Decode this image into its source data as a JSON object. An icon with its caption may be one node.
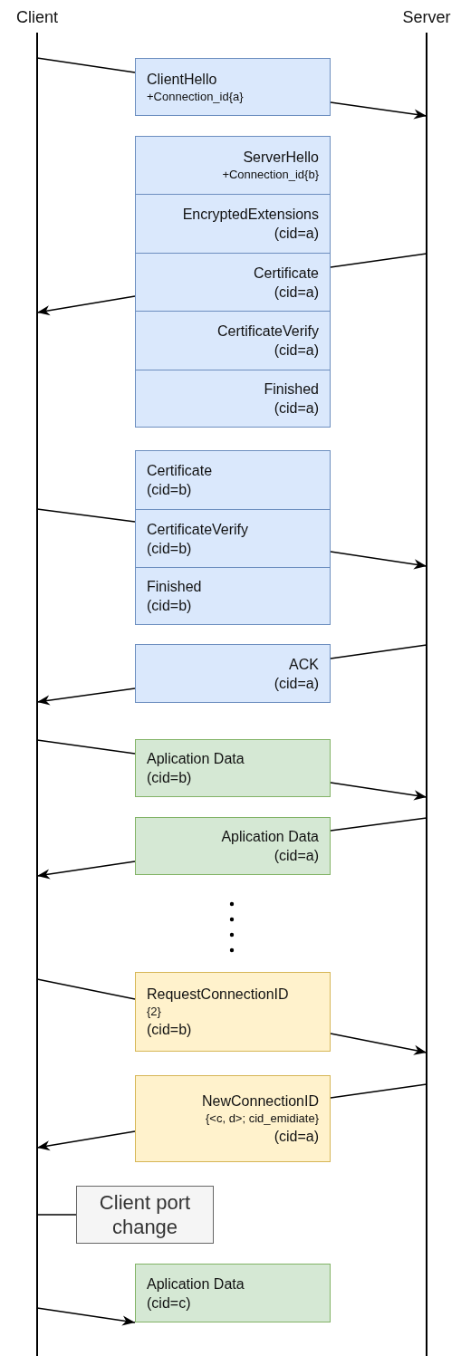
{
  "diagram": {
    "nodes": [
      {
        "text": [],
        "shape": "line"
      },
      {
        "text": [],
        "shape": "line"
      },
      {
        "text": [
          "ClientHello",
          "+Connection_id{a}"
        ]
      },
      {
        "text": [
          "ServerHello",
          "+Connection_id{b}"
        ]
      },
      {
        "text": [
          "EncryptedExtensions",
          "(cid=a)"
        ]
      },
      {
        "text": [
          "Certificate",
          "(cid=a)"
        ]
      },
      {
        "text": [
          "CertificateVerify",
          "(cid=a)"
        ]
      },
      {
        "text": [
          "Finished",
          "(cid=a)"
        ]
      },
      {
        "text": [
          "Certificate",
          "(cid=b)"
        ]
      },
      {
        "text": [
          "CertificateVerify",
          "(cid=b)"
        ]
      },
      {
        "text": [
          "Finished",
          "(cid=b)"
        ]
      },
      {
        "text": [
          "ACK",
          "(cid=a)"
        ]
      },
      {
        "text": [
          "Aplication Data",
          "(cid=b)"
        ]
      },
      {
        "text": [
          "Aplication Data",
          "(cid=a)"
        ]
      },
      {
        "text": [
          "RequestConnectionID",
          "{2}",
          "(cid=b)"
        ]
      },
      {
        "text": [
          "NewConnectionID",
          "{<c, d>; cid_emidiate}",
          "(cid=a)"
        ]
      },
      {
        "text": [
          "Client port change"
        ]
      },
      {
        "text": [
          "Aplication Data",
          "(cid=c)"
        ]
      }
    ],
    "edges": [
      {
        "from": 0,
        "to": 2,
        "arrow": "none"
      },
      {
        "from": 2,
        "to": 1,
        "arrow": "to"
      },
      {
        "from": 1,
        "to": 5,
        "arrow": "none"
      },
      {
        "from": 5,
        "to": 0,
        "arrow": "to"
      },
      {
        "from": 0,
        "to": 9,
        "arrow": "none"
      },
      {
        "from": 9,
        "to": 1,
        "arrow": "to"
      },
      {
        "from": 1,
        "to": 11,
        "arrow": "none"
      },
      {
        "from": 11,
        "to": 0,
        "arrow": "to"
      },
      {
        "from": 0,
        "to": 12,
        "arrow": "none"
      },
      {
        "from": 12,
        "to": 1,
        "arrow": "to"
      },
      {
        "from": 1,
        "to": 13,
        "arrow": "none"
      },
      {
        "from": 13,
        "to": 0,
        "arrow": "to"
      },
      {
        "from": 0,
        "to": 14,
        "arrow": "none"
      },
      {
        "from": 14,
        "to": 1,
        "arrow": "to"
      },
      {
        "from": 1,
        "to": 15,
        "arrow": "none"
      },
      {
        "from": 15,
        "to": 0,
        "arrow": "to"
      },
      {
        "from": 0,
        "to": 16,
        "arrow": "none"
      },
      {
        "from": 0,
        "to": 17,
        "arrow": "to"
      }
    ],
    "labels": [
      "Client",
      "Server"
    ]
  }
}
